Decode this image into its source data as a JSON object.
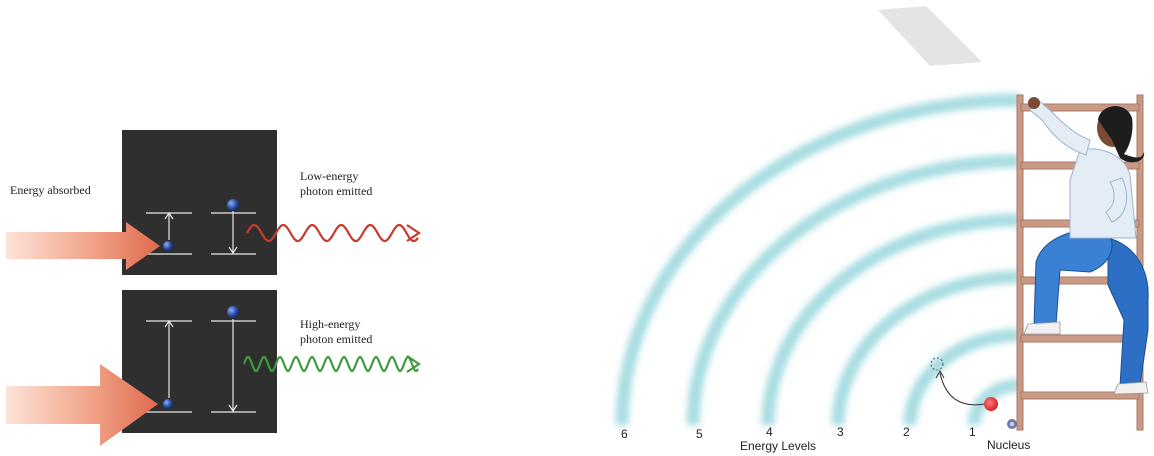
{
  "left_diagram": {
    "energy_absorbed_label": "Energy absorbed",
    "low_energy_line1": "Low-energy",
    "low_energy_line2": "photon emitted",
    "high_energy_line1": "High-energy",
    "high_energy_line2": "photon emitted",
    "colors": {
      "panel": "#2f2f2f",
      "arrow": "#e06a4e",
      "low_photon": "#c83a2e",
      "high_photon": "#3e9b3c",
      "electron": "#2d4ea6"
    }
  },
  "right_diagram": {
    "level_numbers": [
      "6",
      "5",
      "4",
      "3",
      "2",
      "1"
    ],
    "axis_label": "Energy Levels",
    "nucleus_label": "Nucleus",
    "colors": {
      "arc": "#9ed9de",
      "ladder": "#c89a86",
      "electron": "#e02a2a",
      "shirt": "#e4ecf6",
      "pants": "#2d6fc4"
    }
  }
}
